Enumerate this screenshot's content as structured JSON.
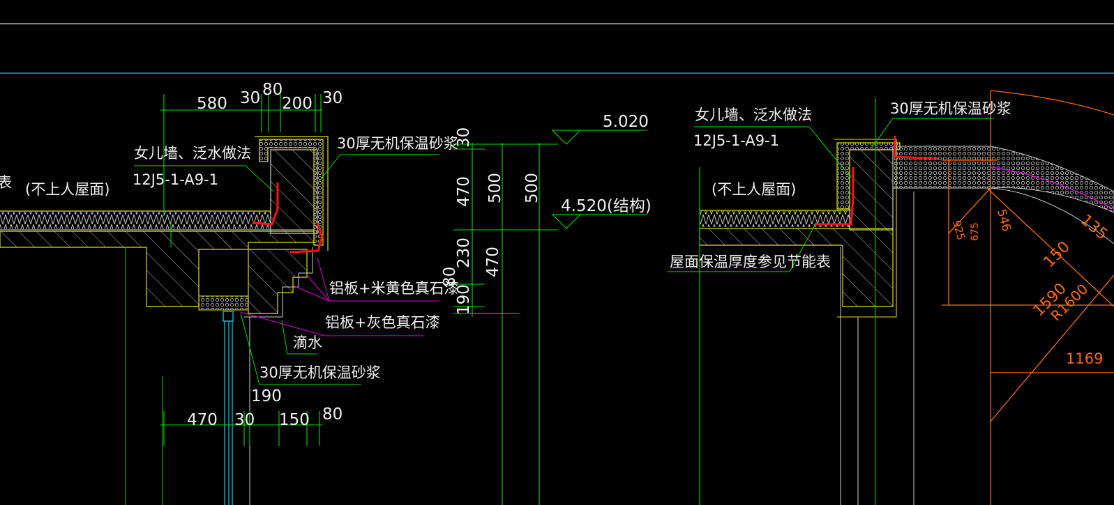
{
  "texts": {
    "dim_580": "580",
    "dim_30a": "30",
    "dim_80a": "80",
    "dim_200": "200",
    "dim_30b": "30",
    "note_parapet": "女儿墙、泛水做法",
    "note_parapet_ref": "12J5-1-A9-1",
    "note_left_cut": "表",
    "note_roof_no_access": "(不上人屋面)",
    "note_mortar_top": "30厚无机保温砂浆",
    "note_alum_beige": "铝板+米黄色真石漆",
    "note_alum_gray": "铝板+灰色真石漆",
    "note_drip": "滴水",
    "note_mortar_bottom": "30厚无机保温砂浆",
    "dim_190": "190",
    "dim_470": "470",
    "dim_30c": "30",
    "dim_150": "150",
    "dim_80b": "80",
    "elev_top": "5.020",
    "elev_struct": "4.520(结构)",
    "vdim_30": "30",
    "vdim_470a": "470",
    "vdim_500a": "500",
    "vdim_500b": "500",
    "vdim_230": "230",
    "vdim_470b": "470",
    "vdim_80": "80",
    "vdim_190": "190",
    "note_parapet_r": "女儿墙、泛水做法",
    "note_parapet_ref_r": "12J5-1-A9-1",
    "note_roof_no_access_r": "(不上人屋面)",
    "note_mortar_r": "30厚无机保温砂浆",
    "note_insulation_ref": "屋面保温厚度参见节能表",
    "or_dim_925": "925",
    "or_dim_675": "675",
    "or_dim_546": "546",
    "or_dim_135": "135",
    "or_dim_150": "150",
    "or_dim_1590": "1590",
    "or_dim_r1600": "R1600",
    "or_dim_1169": "1169"
  },
  "colors": {
    "background": "#000000",
    "dimension_green": "#00dd00",
    "outline_yellow": "#e8e800",
    "hatch_white": "#c8c8c8",
    "flashing_red": "#ff1010",
    "leader_magenta": "#e000e0",
    "guide_cyan": "#00c8d8",
    "curve_orange": "#ff6a00",
    "text_white": "#f2f2f2"
  }
}
